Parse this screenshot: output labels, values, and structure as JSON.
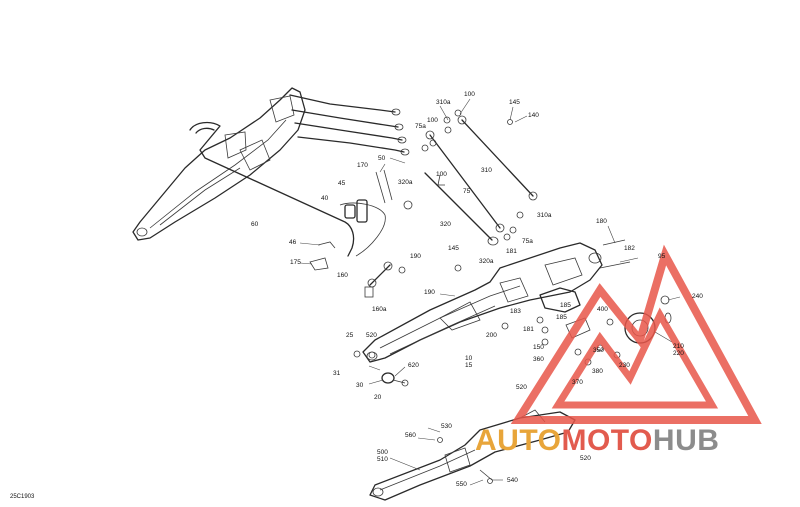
{
  "diagram": {
    "reference_code": "25C1903",
    "callouts": [
      {
        "id": "c100a",
        "text": "100"
      },
      {
        "id": "c310a_top",
        "text": "310a"
      },
      {
        "id": "c145a",
        "text": "145"
      },
      {
        "id": "c140",
        "text": "140"
      },
      {
        "id": "c100b",
        "text": "100"
      },
      {
        "id": "c75a_top",
        "text": "75a"
      },
      {
        "id": "c50",
        "text": "50"
      },
      {
        "id": "c170",
        "text": "170"
      },
      {
        "id": "c100c",
        "text": "100"
      },
      {
        "id": "c320a_top",
        "text": "320a"
      },
      {
        "id": "c75",
        "text": "75"
      },
      {
        "id": "c310",
        "text": "310"
      },
      {
        "id": "c45",
        "text": "45"
      },
      {
        "id": "c40",
        "text": "40"
      },
      {
        "id": "c310a_bot",
        "text": "310a"
      },
      {
        "id": "c320",
        "text": "320"
      },
      {
        "id": "c60",
        "text": "60"
      },
      {
        "id": "c75a_bot",
        "text": "75a"
      },
      {
        "id": "c180",
        "text": "180"
      },
      {
        "id": "c46",
        "text": "46"
      },
      {
        "id": "c145b",
        "text": "145"
      },
      {
        "id": "c181a",
        "text": "181"
      },
      {
        "id": "c182",
        "text": "182"
      },
      {
        "id": "c95",
        "text": "95"
      },
      {
        "id": "c320a_bot",
        "text": "320a"
      },
      {
        "id": "c175",
        "text": "175"
      },
      {
        "id": "c190",
        "text": "190"
      },
      {
        "id": "c160",
        "text": "160"
      },
      {
        "id": "c160a",
        "text": "160a"
      },
      {
        "id": "c190b",
        "text": "190"
      },
      {
        "id": "c185a",
        "text": "185"
      },
      {
        "id": "c240",
        "text": "240"
      },
      {
        "id": "c183",
        "text": "183"
      },
      {
        "id": "c185b",
        "text": "185"
      },
      {
        "id": "c181b",
        "text": "181"
      },
      {
        "id": "c200",
        "text": "200"
      },
      {
        "id": "c400",
        "text": "400"
      },
      {
        "id": "c150",
        "text": "150"
      },
      {
        "id": "c25",
        "text": "25"
      },
      {
        "id": "c520a",
        "text": "520"
      },
      {
        "id": "c10",
        "text": "10"
      },
      {
        "id": "c15",
        "text": "15"
      },
      {
        "id": "c360",
        "text": "360"
      },
      {
        "id": "c350",
        "text": "350"
      },
      {
        "id": "c380",
        "text": "380"
      },
      {
        "id": "c230",
        "text": "230"
      },
      {
        "id": "c210",
        "text": "210"
      },
      {
        "id": "c220",
        "text": "220"
      },
      {
        "id": "c31",
        "text": "31"
      },
      {
        "id": "c620",
        "text": "620"
      },
      {
        "id": "c30",
        "text": "30"
      },
      {
        "id": "c20",
        "text": "20"
      },
      {
        "id": "c370",
        "text": "370"
      },
      {
        "id": "c520b",
        "text": "520"
      },
      {
        "id": "c530",
        "text": "530"
      },
      {
        "id": "c560",
        "text": "560"
      },
      {
        "id": "c500",
        "text": "500"
      },
      {
        "id": "c510",
        "text": "510"
      },
      {
        "id": "c520c",
        "text": "520"
      },
      {
        "id": "c540",
        "text": "540"
      },
      {
        "id": "c550",
        "text": "550"
      }
    ]
  },
  "watermark": {
    "word_part1": "AUTO",
    "word_part2": "MOTO",
    "word_part3": "HUB",
    "color_auto": "#e8a53a",
    "color_moto": "#e25b4e",
    "color_hub": "#8c8c8c",
    "logo_color": "#e8564a"
  }
}
